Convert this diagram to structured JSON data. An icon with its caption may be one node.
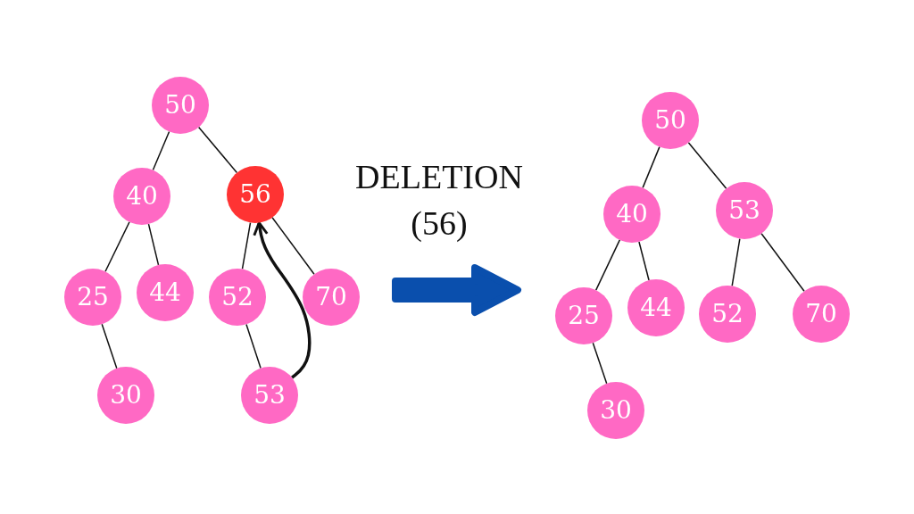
{
  "diagram": {
    "nodes": [
      {
        "text": [
          "50"
        ]
      },
      {
        "text": [
          "40"
        ]
      },
      {
        "text": [
          "56"
        ]
      },
      {
        "text": [
          "25"
        ]
      },
      {
        "text": [
          "44"
        ]
      },
      {
        "text": [
          "52"
        ]
      },
      {
        "text": [
          "70"
        ]
      },
      {
        "text": [
          "30"
        ]
      },
      {
        "text": [
          "53"
        ]
      },
      {
        "text": [
          "50"
        ]
      },
      {
        "text": [
          "40"
        ]
      },
      {
        "text": [
          "53"
        ]
      },
      {
        "text": [
          "25"
        ]
      },
      {
        "text": [
          "44"
        ]
      },
      {
        "text": [
          "52"
        ]
      },
      {
        "text": [
          "70"
        ]
      },
      {
        "text": [
          "30"
        ]
      }
    ],
    "edges": [
      {
        "from": 0,
        "to": 1,
        "arrow": "none"
      },
      {
        "from": 0,
        "to": 2,
        "arrow": "none"
      },
      {
        "from": 1,
        "to": 3,
        "arrow": "none"
      },
      {
        "from": 1,
        "to": 4,
        "arrow": "none"
      },
      {
        "from": 2,
        "to": 5,
        "arrow": "none"
      },
      {
        "from": 2,
        "to": 6,
        "arrow": "none"
      },
      {
        "from": 3,
        "to": 7,
        "arrow": "none"
      },
      {
        "from": 5,
        "to": 8,
        "arrow": "none"
      },
      {
        "from": 8,
        "to": 2,
        "arrow": "to",
        "style": "thick"
      },
      {
        "from": 9,
        "to": 10,
        "arrow": "none"
      },
      {
        "from": 9,
        "to": 11,
        "arrow": "none"
      },
      {
        "from": 10,
        "to": 12,
        "arrow": "none"
      },
      {
        "from": 10,
        "to": 13,
        "arrow": "none"
      },
      {
        "from": 11,
        "to": 14,
        "arrow": "none"
      },
      {
        "from": 11,
        "to": 15,
        "arrow": "none"
      },
      {
        "from": 12,
        "to": 16,
        "arrow": "none"
      }
    ],
    "labels": [
      "DELETION",
      "(56)"
    ]
  }
}
